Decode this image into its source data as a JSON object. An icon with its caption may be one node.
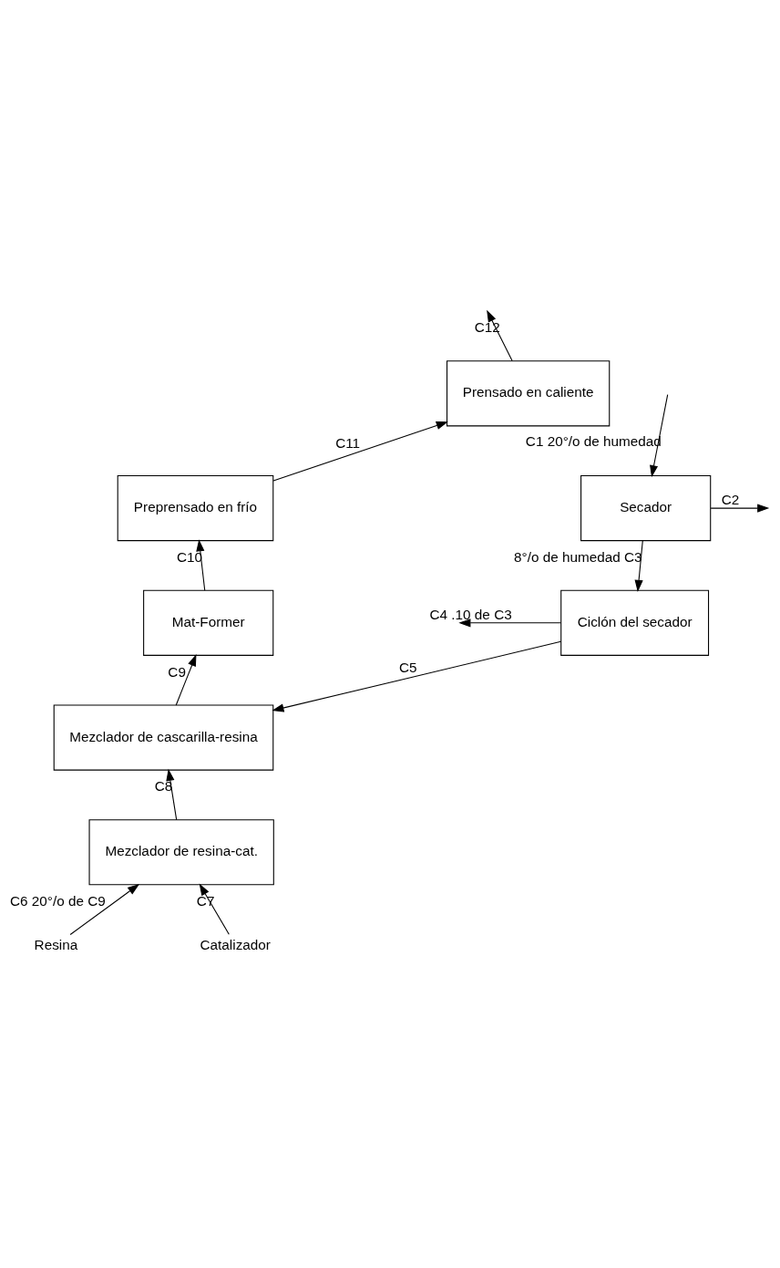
{
  "diagram": {
    "nodes": [
      {
        "text": [
          "Secador"
        ]
      },
      {
        "text": [
          "Ciclón del secador"
        ]
      },
      {
        "text": [
          "Mezclador de cascarilla-resina"
        ]
      },
      {
        "text": [
          "Mezclador de resina-cat."
        ]
      },
      {
        "text": [
          "Mat-Former"
        ]
      },
      {
        "text": [
          "Preprensado en frío"
        ]
      },
      {
        "text": [
          "Prensado en caliente"
        ]
      },
      {
        "text": [
          "Resina"
        ]
      },
      {
        "text": [
          "Catalizador"
        ]
      }
    ],
    "edges": [
      {
        "from": null,
        "to": 0,
        "arrow": "to",
        "label": "C1 20°/o de humedad"
      },
      {
        "from": 0,
        "to": null,
        "arrow": "to",
        "label": "C2"
      },
      {
        "from": 0,
        "to": 1,
        "arrow": "to",
        "label": "8°/o de humedad C3"
      },
      {
        "from": 1,
        "to": null,
        "arrow": "to",
        "label": "C4 .10 de C3"
      },
      {
        "from": 1,
        "to": 2,
        "arrow": "to",
        "label": "C5"
      },
      {
        "from": 7,
        "to": 3,
        "arrow": "to",
        "label": "C6 20°/o de C9"
      },
      {
        "from": 8,
        "to": 3,
        "arrow": "to",
        "label": "C7"
      },
      {
        "from": 3,
        "to": 2,
        "arrow": "to",
        "label": "C8"
      },
      {
        "from": 2,
        "to": 4,
        "arrow": "to",
        "label": "C9"
      },
      {
        "from": 4,
        "to": 5,
        "arrow": "to",
        "label": "C10"
      },
      {
        "from": 5,
        "to": 6,
        "arrow": "to",
        "label": "C11"
      },
      {
        "from": 6,
        "to": null,
        "arrow": "to",
        "label": "C12"
      }
    ]
  }
}
